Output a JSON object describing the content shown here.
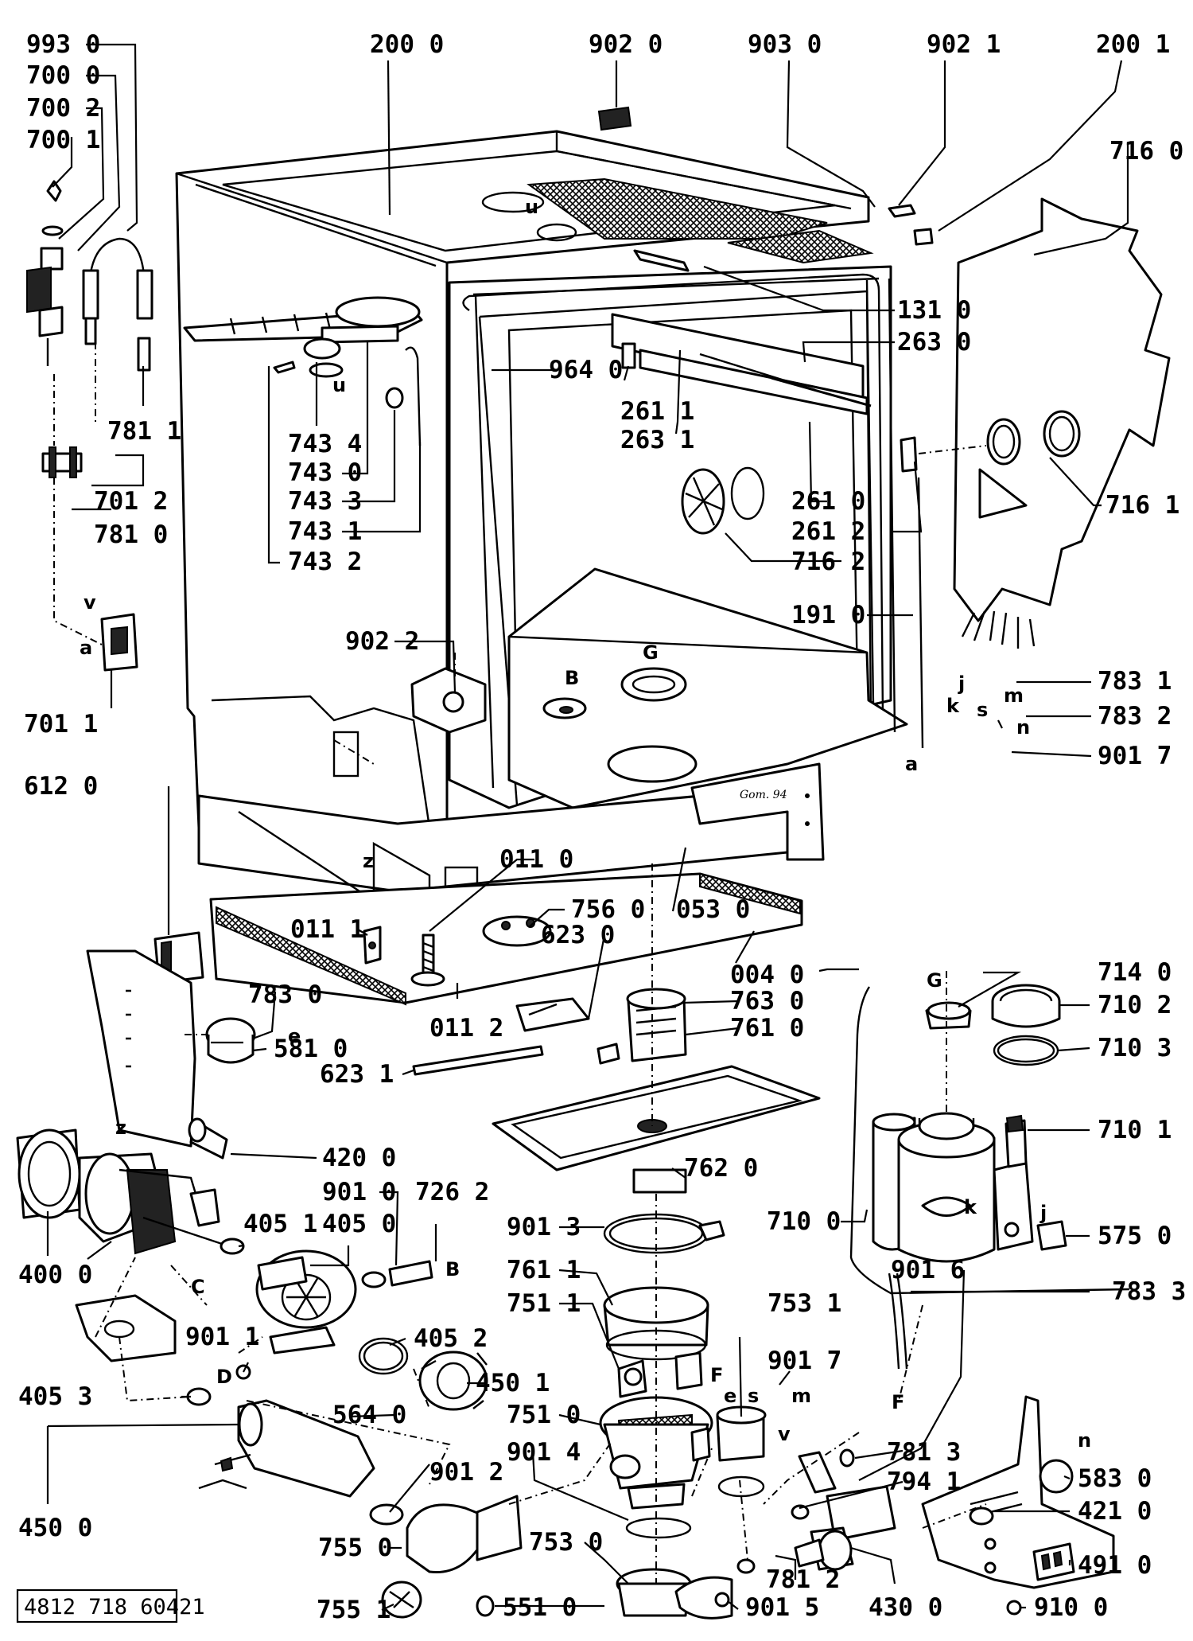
{
  "labels": {
    "l_993_0": "993 0",
    "l_700_0": "700 0",
    "l_700_2": "700 2",
    "l_700_1": "700 1",
    "l_781_1": "781 1",
    "l_701_2": "701 2",
    "l_781_0": "781 0",
    "l_701_1": "701 1",
    "l_200_0": "200 0",
    "l_902_0": "902 0",
    "l_903_0": "903 0",
    "l_902_1": "902 1",
    "l_200_1": "200 1",
    "l_716_0": "716 0",
    "l_131_0": "131 0",
    "l_263_0": "263 0",
    "l_964_0": "964 0",
    "l_261_1": "261 1",
    "l_263_1": "263 1",
    "l_261_0": "261 0",
    "l_261_2": "261 2",
    "l_716_2": "716 2",
    "l_716_1": "716 1",
    "l_191_0": "191 0",
    "l_743_4": "743 4",
    "l_743_0": "743 0",
    "l_743_3": "743 3",
    "l_743_1": "743 1",
    "l_743_2": "743 2",
    "l_902_2": "902 2",
    "l_783_1": "783 1",
    "l_783_2": "783 2",
    "l_901_7a": "901 7",
    "l_612_0": "612 0",
    "l_011_0": "011 0",
    "l_011_1": "011 1",
    "l_756_0": "756 0",
    "l_053_0": "053 0",
    "l_623_0": "623 0",
    "l_004_0": "004 0",
    "l_763_0": "763 0",
    "l_761_0": "761 0",
    "l_783_0": "783 0",
    "l_581_0": "581 0",
    "l_011_2": "011 2",
    "l_623_1": "623 1",
    "l_714_0": "714 0",
    "l_710_2": "710 2",
    "l_710_3": "710 3",
    "l_710_1": "710 1",
    "l_420_0": "420 0",
    "l_762_0": "762 0",
    "l_901_0": "901 0",
    "l_726_2": "726 2",
    "l_405_1": "405 1",
    "l_405_0": "405 0",
    "l_901_3": "901 3",
    "l_710_0": "710 0",
    "l_575_0": "575 0",
    "l_400_0": "400 0",
    "l_761_1": "761 1",
    "l_901_6": "901 6",
    "l_783_3": "783 3",
    "l_751_1": "751 1",
    "l_753_1": "753 1",
    "l_901_1": "901 1",
    "l_405_2": "405 2",
    "l_901_7b": "901 7",
    "l_450_1": "450 1",
    "l_405_3": "405 3",
    "l_751_0": "751 0",
    "l_564_0": "564 0",
    "l_901_4": "901 4",
    "l_781_3": "781 3",
    "l_583_0": "583 0",
    "l_901_2": "901 2",
    "l_794_1": "794 1",
    "l_421_0": "421 0",
    "l_450_0": "450 0",
    "l_755_0": "755 0",
    "l_753_0": "753 0",
    "l_781_2": "781 2",
    "l_491_0": "491 0",
    "l_755_1": "755 1",
    "l_551_0": "551 0",
    "l_901_5": "901 5",
    "l_430_0": "430 0",
    "l_910_0": "910 0"
  },
  "letters": {
    "u1": "u",
    "u2": "u",
    "v1": "v",
    "a1": "a",
    "B1": "B",
    "G1": "G",
    "z1": "z",
    "j1": "j",
    "k1": "k",
    "s1": "s",
    "m1": "m",
    "n1": "n",
    "a2": "a",
    "e1": "e",
    "z2": "z",
    "G2": "G",
    "C1": "C",
    "B2": "B",
    "D1": "D",
    "k2": "k",
    "j2": "j",
    "F1": "F",
    "F2": "F",
    "e2": "e",
    "s2": "s",
    "m2": "m",
    "v2": "v",
    "n2": "n"
  },
  "document_ref": "4812 718 60421",
  "handwritten_note": "Gom. 94"
}
